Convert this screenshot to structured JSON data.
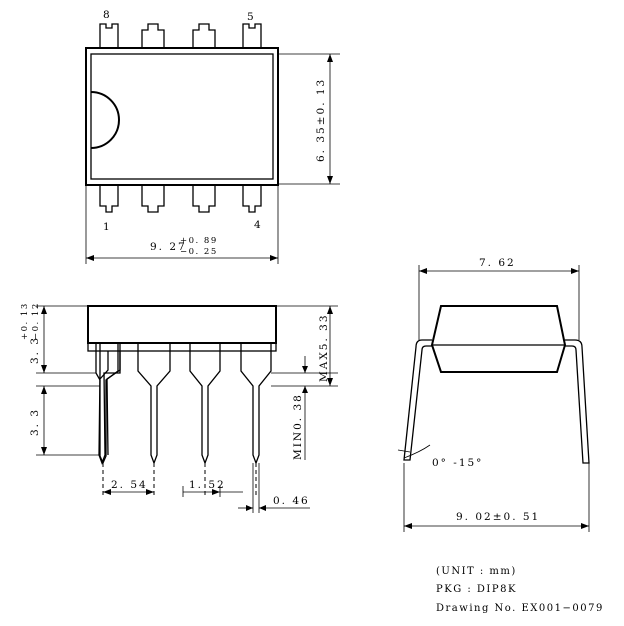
{
  "top_view": {
    "pin8": "8",
    "pin5": "5",
    "pin1": "1",
    "pin4": "4",
    "height_dim": "6. 35±0. 13",
    "length_dim_base": "9. 27",
    "length_dim_plus": "+0. 89",
    "length_dim_minus": "−0. 25"
  },
  "front_view": {
    "body_dim_base": "3. 3",
    "body_dim_plus": "+0. 13",
    "body_dim_minus": "−0. 12",
    "lead_dim": "3. 3",
    "max_dim": "MAX5. 33",
    "min_dim": "MIN0. 38",
    "pitch_dim": "2. 54",
    "shoulder_dim": "1. 52",
    "lead_width_dim": "0. 46"
  },
  "side_view": {
    "row_spacing_dim": "7. 62",
    "angle_label": "0° -15°",
    "lead_span_dim": "9. 02±0. 51"
  },
  "notes": {
    "unit": "(UNIT : mm)",
    "package": "PKG : DIP8K",
    "drawing_no": "Drawing  No. EX001−0079"
  }
}
